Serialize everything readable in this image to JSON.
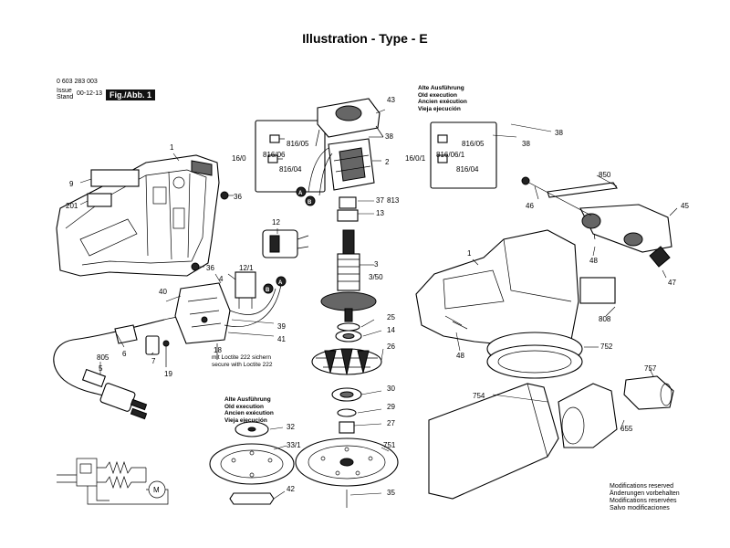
{
  "title": "Illustration - Type - E",
  "header": {
    "part_number": "0 603 283 003",
    "issue_label": "Issue",
    "stand_label": "Stand",
    "issue_date": "00-12-13",
    "figure": "Fig./Abb. 1"
  },
  "notes": {
    "old_execution_top": [
      "Alte Ausführung",
      "Old execution",
      "Ancien exécution",
      "Vieja ejecución"
    ],
    "old_execution_bottom": [
      "Alte Ausführung",
      "Old execution",
      "Ancien exécution",
      "Vieja ejecución"
    ],
    "loctite": [
      "mit Loctite 222 sichern",
      "secure with Loctite 222"
    ],
    "modifications": [
      "Modifications reserved",
      "Änderungen vorbehalten",
      "Modifications reservées",
      "Salvo modificaciones"
    ]
  },
  "callouts": {
    "housing_left": "1",
    "housing_right": "1",
    "p2": "2",
    "p3": "3",
    "p3_50": "3/50",
    "p4": "4",
    "p5": "5",
    "p6": "6",
    "p7": "7",
    "p9": "9",
    "p12": "12",
    "p12_1": "12/1",
    "p13": "13",
    "p14": "14",
    "p16_0": "16/0",
    "p16_0_1": "16/0/1",
    "p18": "18",
    "p19": "19",
    "p25": "25",
    "p26": "26",
    "p27": "27",
    "p29": "29",
    "p30": "30",
    "p32": "32",
    "p33_1": "33/1",
    "p35": "35",
    "p36_a": "36",
    "p36_b": "36",
    "p37": "37",
    "p38_a": "38",
    "p38_b": "38",
    "p38_c": "38",
    "p39": "39",
    "p40": "40",
    "p41": "41",
    "p42": "42",
    "p43": "43",
    "p45": "45",
    "p46": "46",
    "p47": "47",
    "p48_a": "48",
    "p48_b": "48",
    "p201": "201",
    "p751": "751",
    "p752": "752",
    "p754": "754",
    "p655": "655",
    "p757": "757",
    "p805": "805",
    "p808": "808",
    "p813": "813",
    "p850": "850",
    "p816_05_a": "816/05",
    "p816_06": "816/06",
    "p816_04_a": "816/04",
    "p816_05_b": "816/05",
    "p816_06_1": "816/06/1",
    "p816_04_b": "816/04",
    "wire_a1": "A",
    "wire_b1": "B",
    "wire_a2": "A",
    "wire_b2": "B",
    "motor": "M"
  }
}
